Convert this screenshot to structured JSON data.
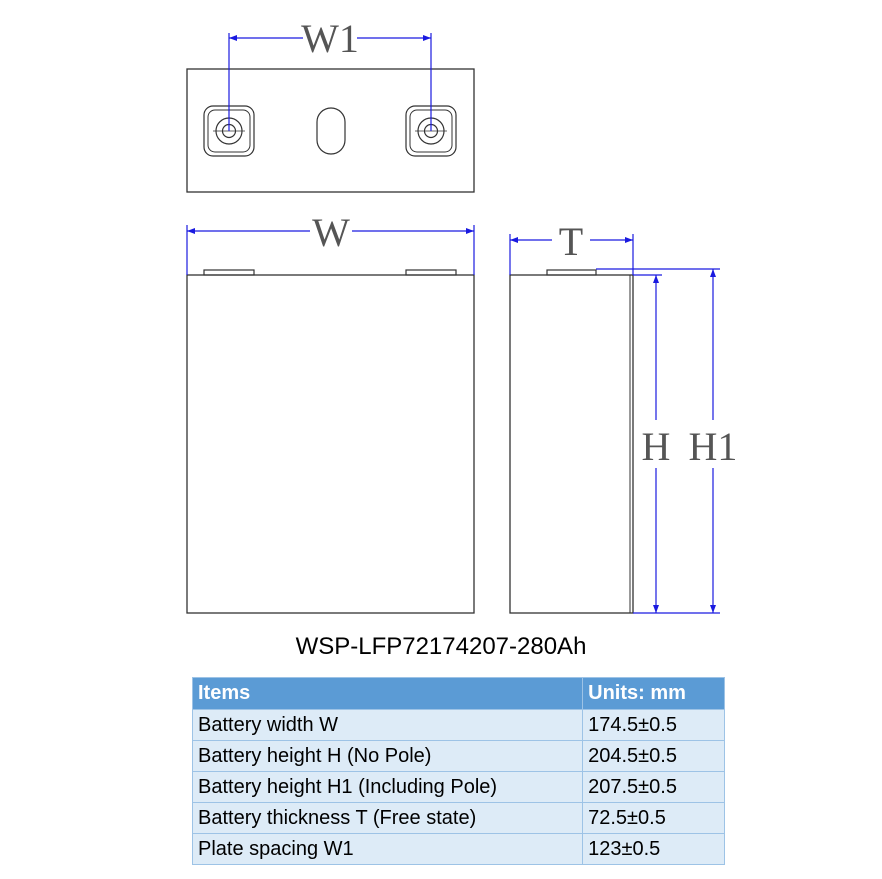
{
  "dimension_labels": {
    "w1": "W1",
    "w": "W",
    "t": "T",
    "h": "H",
    "h1": "H1"
  },
  "colors": {
    "dimension_line": "#1a1ae0",
    "outline": "#333333",
    "header_bg": "#5b9bd5",
    "row_bg": "#ddebf7"
  },
  "model": "WSP-LFP72174207-280Ah",
  "table": {
    "headers": [
      "Items",
      "Units: mm"
    ],
    "rows": [
      [
        "Battery width W",
        "174.5±0.5"
      ],
      [
        "Battery height H (No Pole)",
        "204.5±0.5"
      ],
      [
        "Battery height H1 (Including Pole)",
        "207.5±0.5"
      ],
      [
        "Battery thickness T (Free state)",
        "72.5±0.5"
      ],
      [
        "Plate spacing W1",
        "123±0.5"
      ]
    ]
  }
}
